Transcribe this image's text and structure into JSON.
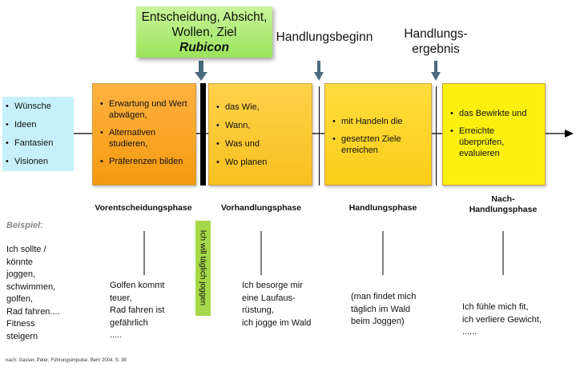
{
  "rubicon": {
    "line1": "Entscheidung, Absicht,",
    "line2": "Wollen, Ziel",
    "line3": "Rubicon"
  },
  "markers": {
    "begin": "Handlungsbeginn",
    "result_line1": "Handlungs-",
    "result_line2": "ergebnis"
  },
  "wishes": [
    "Wünsche",
    "Ideen",
    "Fantasien",
    "Visionen"
  ],
  "phases": [
    {
      "name": "Vorentscheidungsphase",
      "items": [
        "Erwartung und Wert abwägen,",
        "Alternativen studieren,",
        "Präferenzen bilden"
      ]
    },
    {
      "name": "Vorhandlungsphase",
      "items": [
        "das Wie,",
        "Wann,",
        "Was und",
        "Wo planen"
      ]
    },
    {
      "name": "Handlungsphase",
      "items": [
        "mit Handeln die",
        "gesetzten Ziele erreichen"
      ]
    },
    {
      "name_line1": "Nach-",
      "name_line2": "Handlungsphase",
      "items": [
        "das Bewirkte und",
        "Erreichte überprüfen, evaluieren"
      ]
    }
  ],
  "example": {
    "label": "Beispiel",
    "colon": ":",
    "wishes_lines": [
      "Ich sollte /",
      "könnte",
      "joggen,",
      "schwimmen,",
      "golfen,",
      "Rad fahren....",
      "Fitness",
      "steigern"
    ],
    "phase1_lines": [
      "Golfen kommt",
      "teuer,",
      "Rad fahren ist",
      "gefährlich",
      "....."
    ],
    "decision": "Ich will täglich joggen",
    "phase2_lines": [
      "Ich besorge mir",
      "eine Laufaus-",
      "rüstung,",
      "ich jogge im Wald"
    ],
    "phase3_lines": [
      "(man findet mich",
      "täglich im Wald",
      "beim Joggen)"
    ],
    "phase4_lines": [
      "Ich fühle mich fit,",
      "ich verliere Gewicht,",
      "......"
    ]
  },
  "footnote": "nach: Gasser, Peter: Führungsimpulse. Bern 2004, S. 39",
  "colors": {
    "rubicon_green": "#9be35c",
    "wishes_blue": "#c6f1fc",
    "phase1_orange": "#f49a10",
    "phase2_yellow": "#f8c020",
    "phase3_yellow": "#fbcd1a",
    "phase4_yellow": "#fcf010",
    "decision_green": "#a6d94a",
    "arrow_slate": "#4a6a80"
  }
}
